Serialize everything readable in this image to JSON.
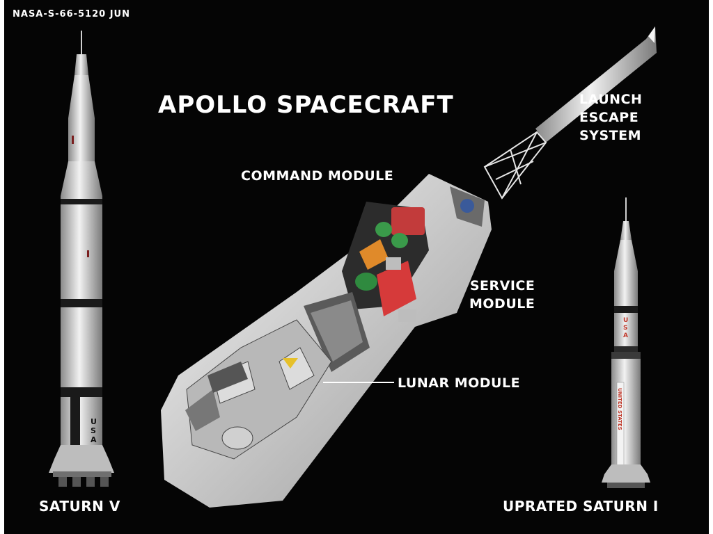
{
  "photo_id": "NASA-S-66-5120 JUN",
  "title": "APOLLO SPACECRAFT",
  "callouts": {
    "launch_escape_system": [
      "LAUNCH",
      "ESCAPE",
      "SYSTEM"
    ],
    "command_module": "COMMAND MODULE",
    "service_module": [
      "SERVICE",
      "MODULE"
    ],
    "lunar_module": "LUNAR MODULE"
  },
  "rockets": {
    "left": {
      "name": "SATURN V",
      "markings": [
        "U",
        "S",
        "A"
      ]
    },
    "right": {
      "name": "UPRATED SATURN I",
      "markings": [
        "U",
        "S",
        "A"
      ],
      "vertical_marking": "UNITED STATES"
    }
  },
  "colors": {
    "background": "#050505",
    "text": "#ffffff",
    "rocket_body": "#d9d9d9",
    "rocket_bands": "#1a1a1a",
    "usa_red": "#c0392b"
  }
}
